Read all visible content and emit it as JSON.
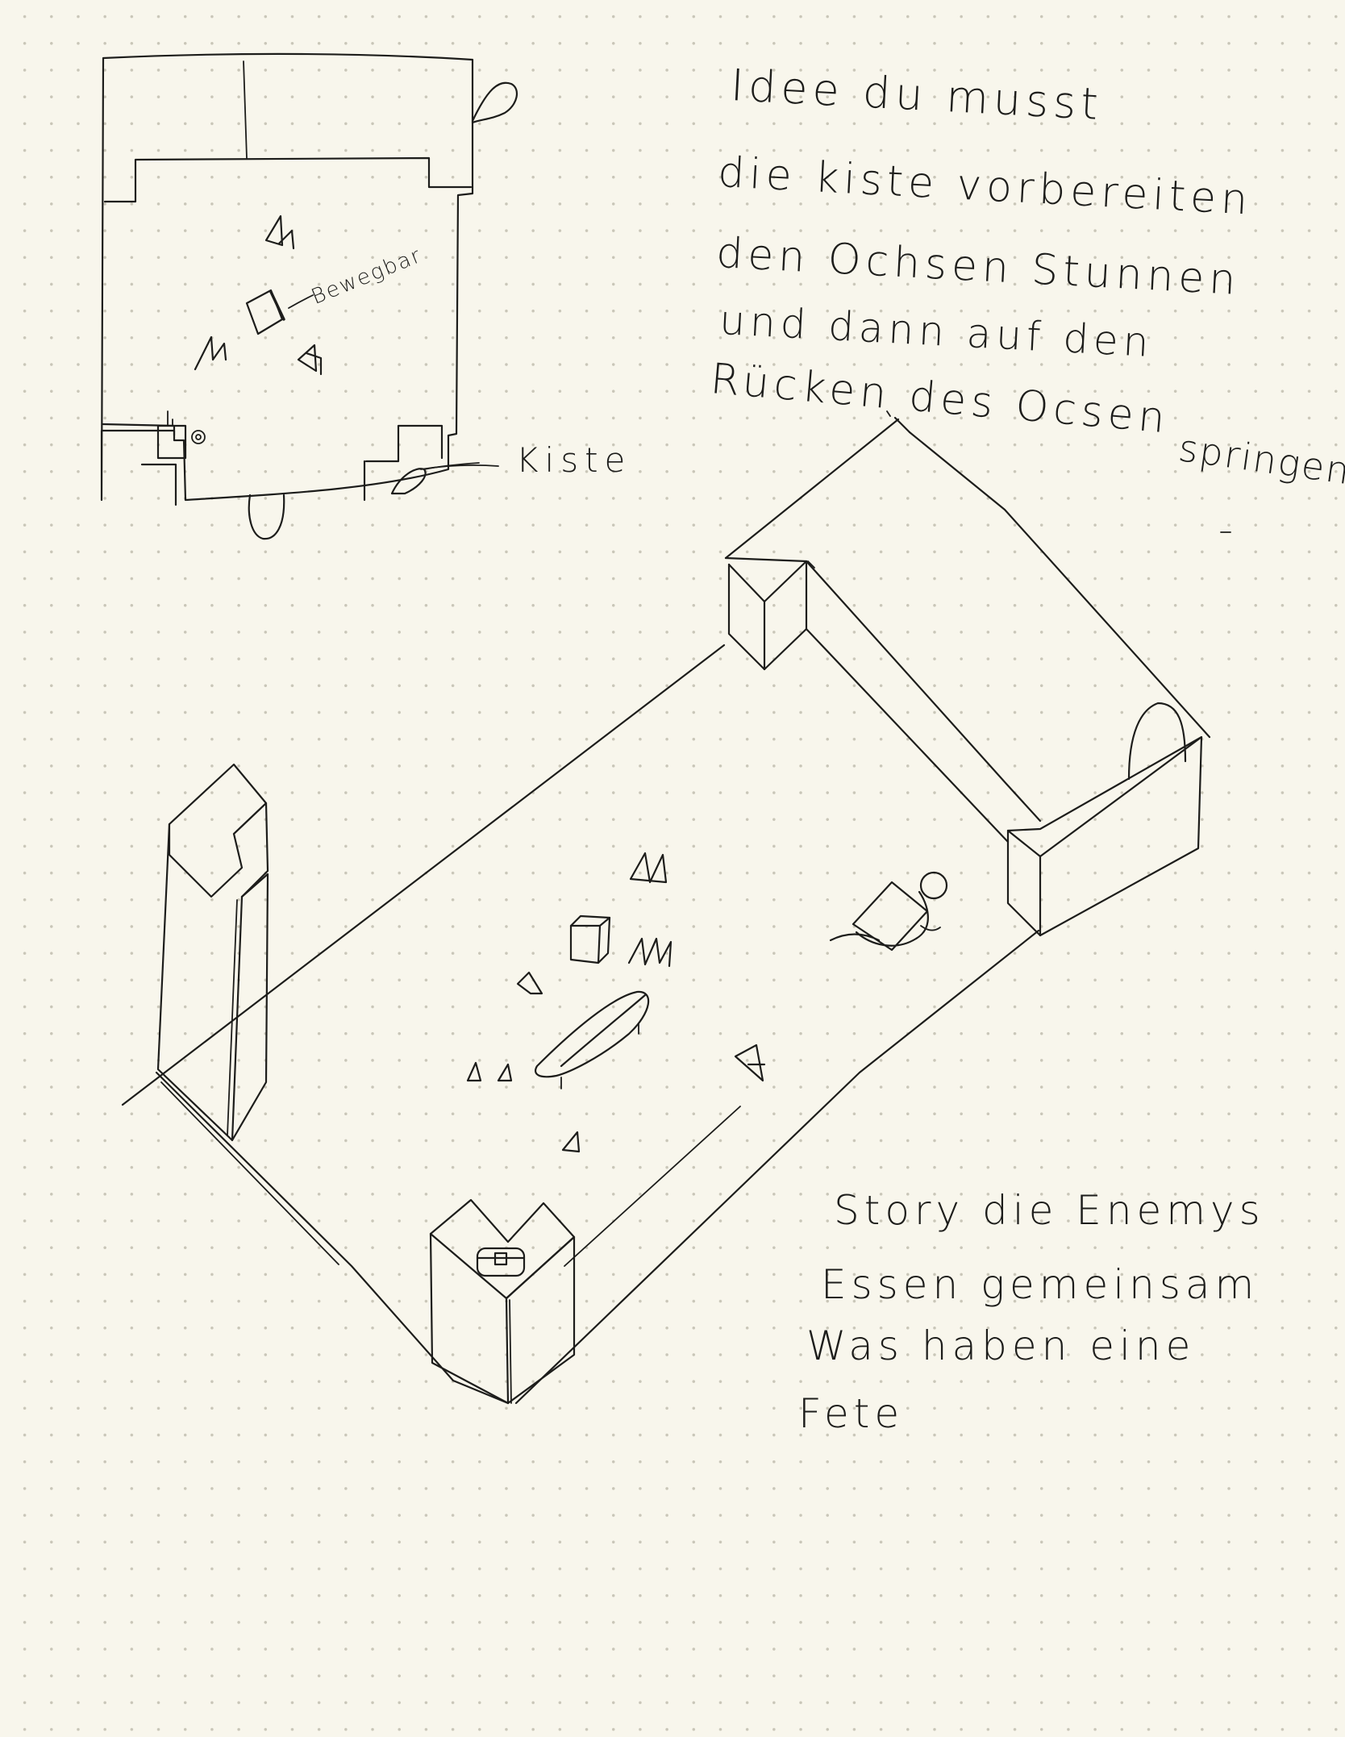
{
  "ink_color": "#1d1d1b",
  "paper_color": "#f8f6ec",
  "dot_color": "#c9c6b8",
  "top_view": {
    "label_bewegbar": "Bewegbar",
    "label_kiste": "Kiste"
  },
  "idea_note": {
    "lines": [
      "Idee   du musst",
      "die kiste  vorbereiten",
      "den  Ochsen  Stunnen",
      "und  dann   auf den",
      "Rücken  des  Ocsen",
      "springen"
    ]
  },
  "story_note": {
    "lines": [
      "Story   die Enemys",
      "Essen  gemeinsam",
      "Was   haben  eine",
      "Fete"
    ]
  }
}
